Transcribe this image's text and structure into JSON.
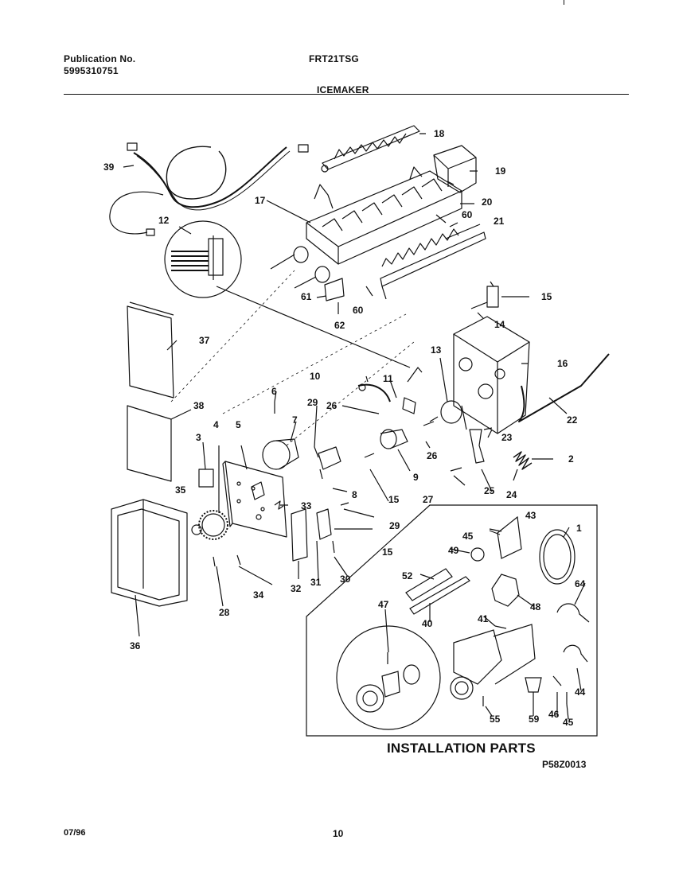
{
  "header": {
    "publication_label": "Publication No.",
    "publication_number": "5995310751",
    "model": "FRT21TSG",
    "section": "ICEMAKER"
  },
  "callouts": {
    "c1": "1",
    "c2": "2",
    "c3": "3",
    "c4": "4",
    "c5": "5",
    "c6": "6",
    "c7": "7",
    "c8": "8",
    "c9": "9",
    "c10": "10",
    "c11": "11",
    "c12": "12",
    "c13": "13",
    "c14": "14",
    "c15a": "15",
    "c15b": "15",
    "c15c": "15",
    "c16": "16",
    "c17": "17",
    "c18": "18",
    "c19": "19",
    "c20": "20",
    "c21": "21",
    "c22": "22",
    "c23": "23",
    "c24": "24",
    "c25": "25",
    "c26a": "26",
    "c26b": "26",
    "c27": "27",
    "c28": "28",
    "c29a": "29",
    "c29b": "29",
    "c30": "30",
    "c31": "31",
    "c32": "32",
    "c33": "33",
    "c34": "34",
    "c35": "35",
    "c36": "36",
    "c37": "37",
    "c38": "38",
    "c39": "39",
    "c40": "40",
    "c41": "41",
    "c43": "43",
    "c44": "44",
    "c45a": "45",
    "c45b": "45",
    "c46": "46",
    "c47": "47",
    "c48": "48",
    "c49": "49",
    "c52": "52",
    "c55": "55",
    "c59": "59",
    "c60a": "60",
    "c60b": "60",
    "c61": "61",
    "c62": "62",
    "c64": "64"
  },
  "installation_title": "INSTALLATION PARTS",
  "diagram_code": "P58Z0013",
  "footer": {
    "date": "07/96",
    "page": "10"
  }
}
